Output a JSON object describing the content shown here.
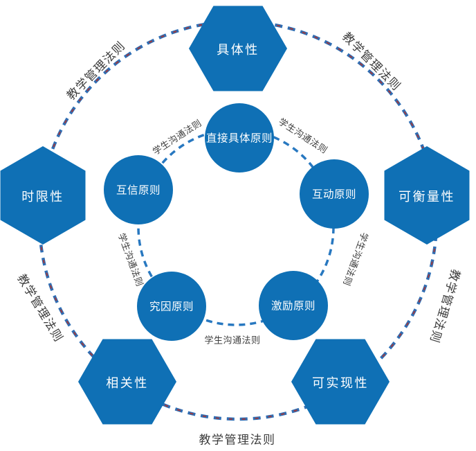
{
  "diagram": {
    "colors": {
      "shape_blue": "#0f70b5",
      "shape_text": "#ffffff",
      "outer_dash_blue": "#2f6eb4",
      "outer_dash_red": "#9e3b3f",
      "inner_dash_blue": "#2878c0",
      "label_gray": "#3d3d3d"
    },
    "outer_ring": {
      "ring_label_text": "教学管理法则",
      "labels": [
        {
          "position": "top-left",
          "text": "教学管理法则"
        },
        {
          "position": "top-right",
          "text": "教学管理法则"
        },
        {
          "position": "bottom-left",
          "text": "教学管理法则"
        },
        {
          "position": "bottom-right",
          "text": "教学管理法则"
        },
        {
          "position": "bottom-center",
          "text": "教学管理法则"
        }
      ],
      "hexagons": [
        {
          "position": "top",
          "label": "具体性"
        },
        {
          "position": "right",
          "label": "可衡量性"
        },
        {
          "position": "bottom-right",
          "label": "可实现性"
        },
        {
          "position": "bottom-left",
          "label": "相关性"
        },
        {
          "position": "left",
          "label": "时限性"
        }
      ]
    },
    "inner_ring": {
      "ring_label_text": "学生沟通法则",
      "labels": [
        {
          "position": "top-left",
          "text": "学生沟通法则"
        },
        {
          "position": "top-right",
          "text": "学生沟通法则"
        },
        {
          "position": "left",
          "text": "学生沟通法则"
        },
        {
          "position": "right",
          "text": "学生沟通法则"
        },
        {
          "position": "bottom-center",
          "text": "学生沟通法则"
        }
      ],
      "circles": [
        {
          "position": "top",
          "label": "直接具体原则"
        },
        {
          "position": "right",
          "label": "互动原则"
        },
        {
          "position": "bottom-right",
          "label": "激励原则"
        },
        {
          "position": "bottom-left",
          "label": "究因原则"
        },
        {
          "position": "left",
          "label": "互信原则"
        }
      ]
    }
  }
}
